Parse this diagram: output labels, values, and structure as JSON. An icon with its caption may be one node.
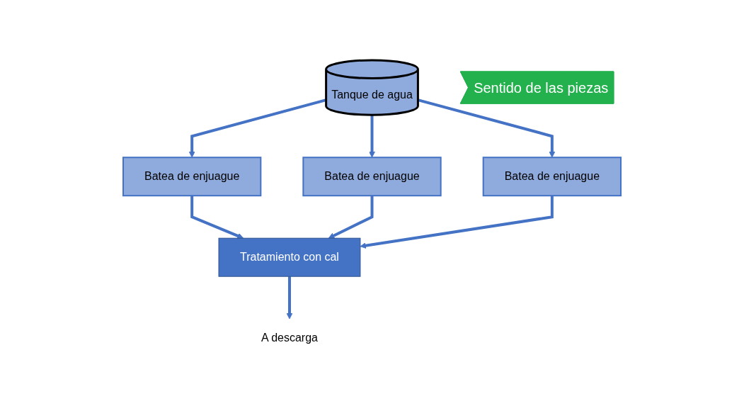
{
  "diagram": {
    "nodes": [
      {
        "text": [
          "Tanque de agua"
        ]
      },
      {
        "text": [
          "Sentido de las piezas"
        ]
      },
      {
        "text": [
          "Batea de enjuague"
        ]
      },
      {
        "text": [
          "Batea de enjuague"
        ]
      },
      {
        "text": [
          "Batea de enjuague"
        ]
      },
      {
        "text": [
          "Tratamiento con cal"
        ]
      },
      {
        "text": [
          "A descarga"
        ]
      }
    ],
    "edges": [
      {
        "from": 0,
        "to": 2,
        "arrow": "to"
      },
      {
        "from": 0,
        "to": 3,
        "arrow": "to"
      },
      {
        "from": 0,
        "to": 4,
        "arrow": "to"
      },
      {
        "from": 2,
        "to": 5,
        "arrow": "to"
      },
      {
        "from": 3,
        "to": 5,
        "arrow": "to"
      },
      {
        "from": 4,
        "to": 5,
        "arrow": "to"
      },
      {
        "from": 5,
        "to": 6,
        "arrow": "to"
      }
    ]
  }
}
